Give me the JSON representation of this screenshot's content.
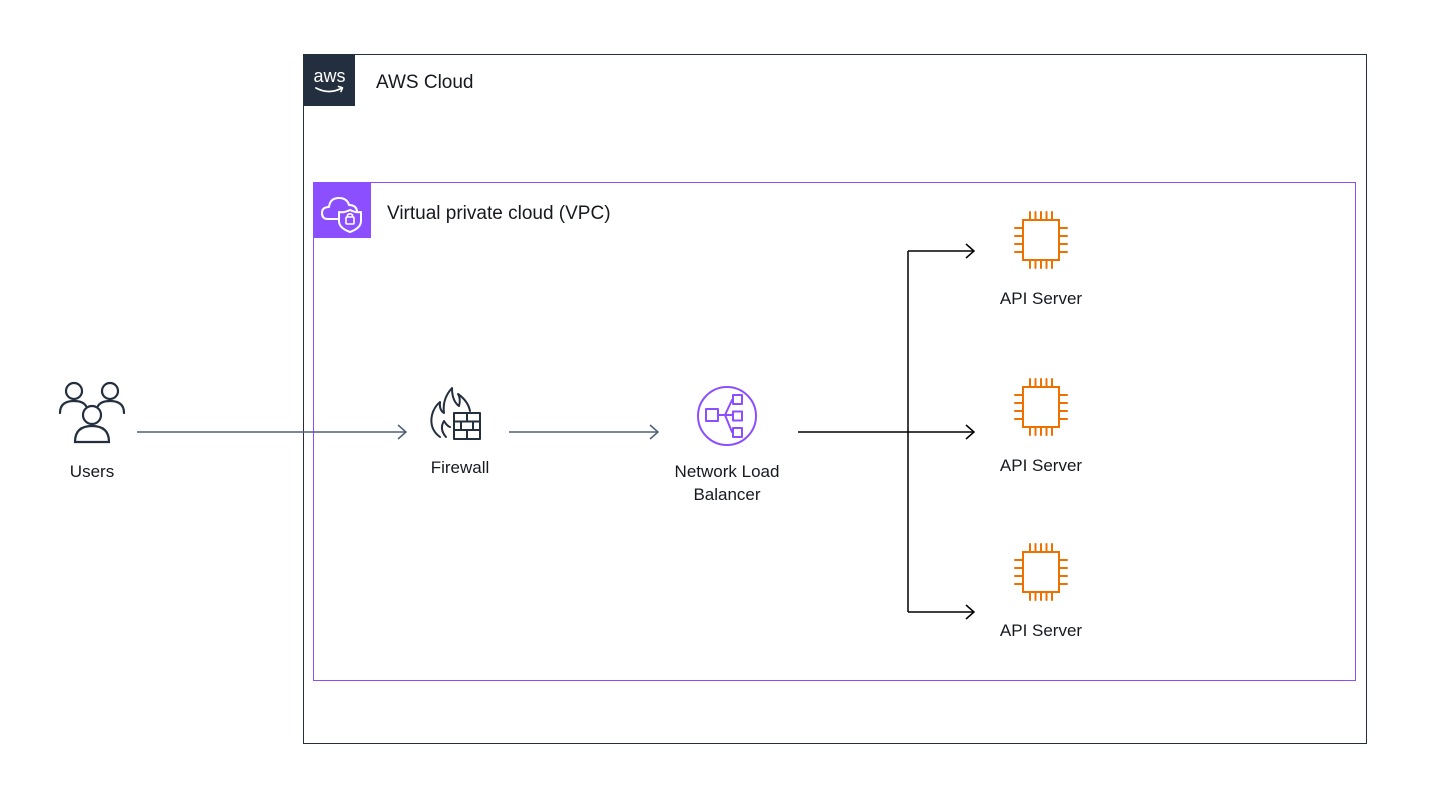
{
  "groups": {
    "aws_cloud": {
      "title": "AWS Cloud",
      "icon": "aws-logo-icon",
      "border_color": "#232f3e"
    },
    "vpc": {
      "title": "Virtual private cloud (VPC)",
      "icon": "vpc-cloud-shield-icon",
      "border_color": "#8c4fff"
    }
  },
  "nodes": {
    "users": {
      "label": "Users",
      "icon": "users-icon"
    },
    "firewall": {
      "label": "Firewall",
      "icon": "firewall-icon"
    },
    "nlb": {
      "label_line1": "Network Load",
      "label_line2": "Balancer",
      "icon": "network-load-balancer-icon",
      "color": "#8c4fff"
    },
    "api_servers": [
      {
        "label": "API Server",
        "icon": "ec2-instance-icon"
      },
      {
        "label": "API Server",
        "icon": "ec2-instance-icon"
      },
      {
        "label": "API Server",
        "icon": "ec2-instance-icon"
      }
    ]
  },
  "colors": {
    "compute": "#ed7100",
    "connector_blue": "#4d5e7a",
    "connector_black": "#000000"
  }
}
